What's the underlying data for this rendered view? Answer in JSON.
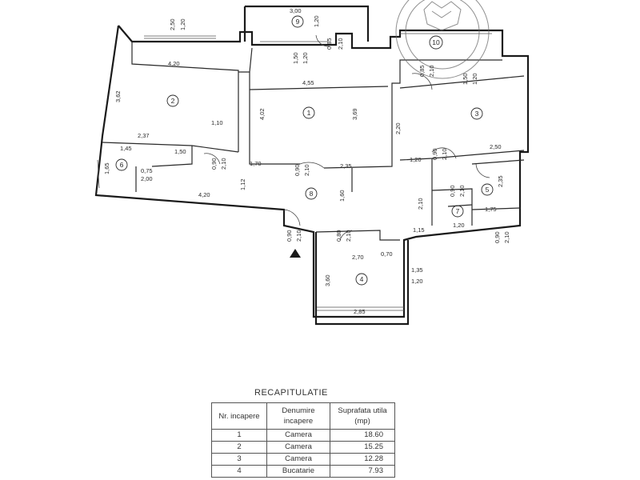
{
  "plan": {
    "rooms": [
      {
        "id": "1",
        "label": "1"
      },
      {
        "id": "2",
        "label": "2"
      },
      {
        "id": "3",
        "label": "3"
      },
      {
        "id": "4",
        "label": "4"
      },
      {
        "id": "5",
        "label": "5"
      },
      {
        "id": "6",
        "label": "6"
      },
      {
        "id": "7",
        "label": "7"
      },
      {
        "id": "8",
        "label": "8"
      },
      {
        "id": "9",
        "label": "9"
      },
      {
        "id": "10",
        "label": "10"
      }
    ],
    "dims": {
      "d_250": "2,50",
      "d_120a": "1,20",
      "d_300": "3,00",
      "d_120b": "1,20",
      "d_085a": "0,85",
      "d_210a": "2,10",
      "d_150a": "1,50",
      "d_120c": "1,20",
      "d_420a": "4,20",
      "d_455": "4,55",
      "d_085b": "0,85",
      "d_210b": "2,10",
      "d_150b": "1,50",
      "d_120d": "1,20",
      "d_362": "3,62",
      "d_402": "4,02",
      "d_369": "3,69",
      "d_220": "2,20",
      "d_110": "1,10",
      "d_237": "2,37",
      "d_145": "1,45",
      "d_150c": "1,50",
      "d_090a": "0,90",
      "d_210c": "2,10",
      "d_170": "1,70",
      "d_090b": "0,90",
      "d_210d": "2,10",
      "d_235": "2,35",
      "d_120e": "1,20",
      "d_090c": "0,90",
      "d_210e": "2,10",
      "d_250b": "2,50",
      "d_165": "1,65",
      "d_075": "0,75",
      "d_200": "2,00",
      "d_112": "1,12",
      "d_420b": "4,20",
      "d_160": "1,60",
      "d_210f": "2,10",
      "d_090d": "0,90",
      "d_210g": "2,10",
      "d_235b": "2,35",
      "d_175": "1,75",
      "d_120f": "1,20",
      "d_115": "1,15",
      "d_090e": "0,90",
      "d_210h": "2,10",
      "d_080": "0,80",
      "d_210i": "2,10",
      "d_090f": "0,90",
      "d_210j": "2,10",
      "d_270": "2,70",
      "d_070": "0,70",
      "d_135": "1,35",
      "d_120g": "1,20",
      "d_360": "3,60",
      "d_285": "2,85"
    }
  },
  "recap": {
    "title": "RECAPITULATIE",
    "headers": {
      "nr": "Nr. incapere",
      "denumire": "Denumire incapere",
      "suprafata": "Suprafata utila (mp)"
    },
    "rows": [
      {
        "nr": "1",
        "name": "Camera",
        "area": "18.60"
      },
      {
        "nr": "2",
        "name": "Camera",
        "area": "15.25"
      },
      {
        "nr": "3",
        "name": "Camera",
        "area": "12.28"
      },
      {
        "nr": "4",
        "name": "Bucatarie",
        "area": "7.93"
      }
    ]
  }
}
